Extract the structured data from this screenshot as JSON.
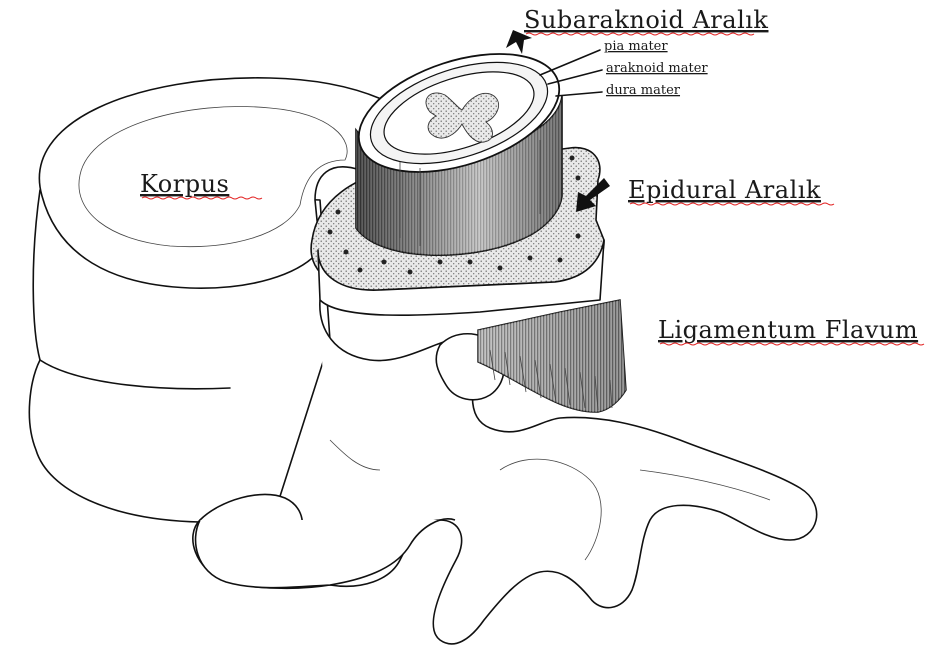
{
  "labels": {
    "subarachnoid": "Subaraknoid Aralık",
    "pia": "pia mater",
    "arachnoid": "araknoid mater",
    "dura": "dura mater",
    "corpus": "Korpus",
    "epidural": "Epidural Aralık",
    "ligamentum": "Ligamentum Flavum"
  },
  "colors": {
    "ink": "#111111",
    "spellcheck_underline": "#e21b1b",
    "background": "#ffffff"
  }
}
